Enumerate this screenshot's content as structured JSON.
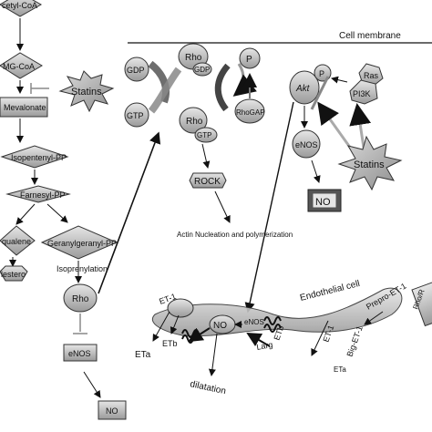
{
  "labels": {
    "acetyl_coa": "cetyl-CoA",
    "hmg_coa": "MG-CoA",
    "mevalonate": "Mevalonate",
    "isopentenyl": "Isopentenyl-PP",
    "farnesyl": "Farnesyl-PP",
    "squalene": "qualene",
    "geranyl": "Geranylgeranyl-PP",
    "cholesterol": "lestero",
    "isoprenylation": "Isoprenylation",
    "rho_left": "Rho",
    "enos_left": "eNOS",
    "no_left": "NO",
    "statins_left": "Statins",
    "cell_membrane": "Cell membrane",
    "gdp_left": "GDP",
    "gtp_left": "GTP",
    "rho_gdp": "Rho",
    "gdp_small": "GDP",
    "rho_gtp": "Rho",
    "gtp_small": "GTP",
    "p_top": "P",
    "rhogap": "RhoGAP",
    "rock": "ROCK",
    "actin": "Actin Nucleation and polymerization",
    "akt": "Akt",
    "p_akt": "P",
    "ras": "Ras",
    "pi3k": "PI3K",
    "enos_right": "eNOS",
    "no_right": "NO",
    "statins_right": "Statins",
    "endothelial": "Endothelial cell",
    "ppet1": "Prepro-ET-1",
    "bigbet1": "Big-ET-1",
    "et1_mid": "ET-1",
    "eta_mid": "ETa",
    "et1_left": "ET-1",
    "etb_left": "ETb",
    "eta_left": "ETa",
    "enos_bottom": "eNOS",
    "no_bottom": "NO",
    "etb_bottom": "ETb",
    "larg": "Larg",
    "dilatation": "dilatation",
    "edge_box": "Rho/R"
  }
}
